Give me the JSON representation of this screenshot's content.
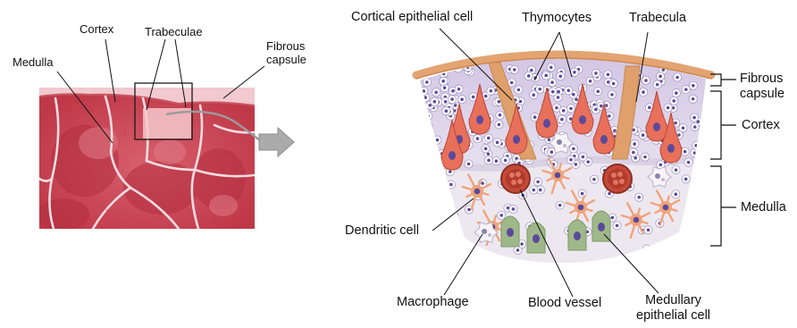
{
  "micrograph": {
    "labels": {
      "cortex": "Cortex",
      "trabeculae": "Trabeculae",
      "medulla": "Medulla",
      "fibrous_capsule_line1": "Fibrous",
      "fibrous_capsule_line2": "capsule"
    },
    "colors": {
      "tissue": "#d4525f",
      "tissue_dark": "#c2394a",
      "septa": "#f3d7dc"
    }
  },
  "illustration": {
    "top_labels": {
      "cortical_epithelial_cell": "Cortical epithelial cell",
      "thymocytes": "Thymocytes",
      "trabecula": "Trabecula"
    },
    "bottom_labels": {
      "dendritic_cell": "Dendritic cell",
      "macrophage": "Macrophage",
      "blood_vessel": "Blood vessel",
      "medullary_epithelial_cell_line1": "Medullary",
      "medullary_epithelial_cell_line2": "epithelial cell"
    },
    "bracket_labels": {
      "fibrous_line1": "Fibrous",
      "fibrous_line2": "capsule",
      "cortex": "Cortex",
      "medulla": "Medulla"
    },
    "colors": {
      "capsule": "#e3a472",
      "cortex_bg": "#d8cde6",
      "medulla_bg": "#ebe6ee",
      "epithelial_cell": "#e8705a",
      "thymocyte": "#ffffff",
      "nucleus": "#5b4a9c",
      "dendritic": "#f0a37a",
      "medullary_cell": "#9fb88a"
    }
  },
  "arrow": {
    "icon": "right-arrow-icon",
    "color": "#a9a9a9"
  }
}
